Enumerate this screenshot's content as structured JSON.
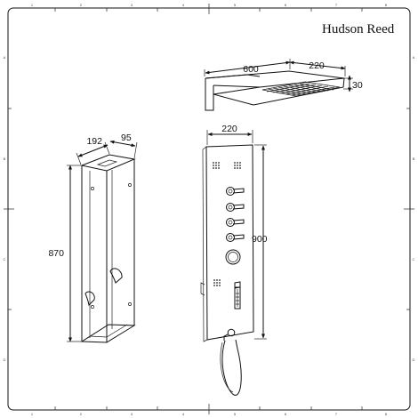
{
  "brand": "Hudson Reed",
  "border_refs": {
    "top": [
      "1",
      "2",
      "3",
      "4",
      "5",
      "6",
      "7",
      "8"
    ],
    "bottom": [
      "1",
      "2",
      "3",
      "4",
      "5",
      "6",
      "7",
      "8"
    ],
    "left": [
      "A",
      "B",
      "C",
      "D"
    ],
    "right": [
      "A",
      "B",
      "C",
      "D"
    ]
  },
  "shower_head": {
    "width": "600",
    "depth": "220",
    "height": "30"
  },
  "recess_box": {
    "width": "192",
    "depth": "95",
    "height": "870"
  },
  "tower_panel": {
    "width": "220",
    "height": "900"
  }
}
